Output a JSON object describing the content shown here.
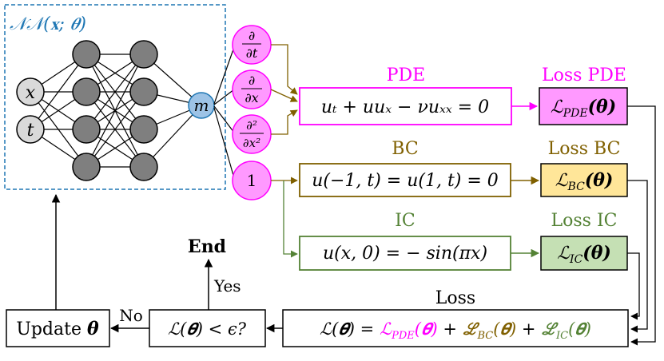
{
  "network": {
    "label": "𝒩𝒩(𝐱; 𝜽)",
    "inputs": [
      "x",
      "t"
    ],
    "output": "m"
  },
  "operators": [
    "∂/∂t",
    "∂/∂x",
    "∂²/∂x²",
    "1"
  ],
  "op_labels": {
    "dt_num": "∂",
    "dt_den": "∂t",
    "dx_num": "∂",
    "dx_den": "∂x",
    "dxx_num": "∂²",
    "dxx_den": "∂x²",
    "one": "1"
  },
  "pde": {
    "title": "PDE",
    "equation": "uₜ + uuₓ − νuₓₓ = 0"
  },
  "bc": {
    "title": "BC",
    "equation": "u(−1, t) = u(1, t) = 0"
  },
  "ic": {
    "title": "IC",
    "equation": "u(x, 0) = − sin(πx)"
  },
  "losses": {
    "pde": {
      "title": "Loss PDE",
      "expr": "ℒ",
      "sub": "PDE",
      "arg": "(𝜽)"
    },
    "bc": {
      "title": "Loss BC",
      "expr": "ℒ",
      "sub": "BC",
      "arg": "(𝜽)"
    },
    "ic": {
      "title": "Loss IC",
      "expr": "ℒ",
      "sub": "IC",
      "arg": "(𝜽)"
    }
  },
  "total_loss": {
    "title": "Loss",
    "lhs": "ℒ(𝜽) = ",
    "t1": "ℒ",
    "t1sub": "PDE",
    "t1arg": "(𝜽)",
    "plus": " + ",
    "t2": "ℒ",
    "t2sub": "BC",
    "t2arg": "(𝜽)",
    "t3": "ℒ",
    "t3sub": "IC",
    "t3arg": "(𝜽)"
  },
  "check": {
    "expr": "ℒ(𝜽) < ϵ?"
  },
  "update": {
    "label": "Update ",
    "theta": "𝜽"
  },
  "end": {
    "label": "End"
  },
  "yes": "Yes",
  "no": "No",
  "colors": {
    "blue": "#1f77b4",
    "magenta": "#ff00ff",
    "magenta_fill": "#ff99ff",
    "olive": "#806000",
    "olive_fill": "#ffe699",
    "green": "#548235",
    "green_fill": "#c5e0b4",
    "node_gray": "#7f7f7f",
    "input_gray": "#d9d9d9",
    "output_blue": "#9dc3e6"
  }
}
